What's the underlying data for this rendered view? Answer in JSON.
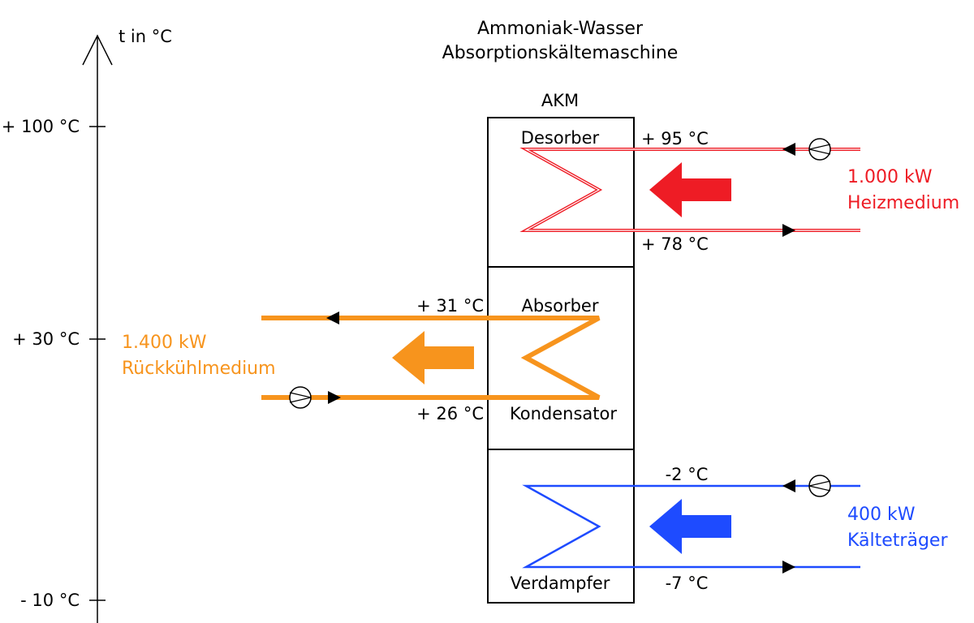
{
  "title": [
    "Ammoniak-Wasser",
    "Absorptionskältemaschine"
  ],
  "axis": {
    "label": "t in °C",
    "ticks": [
      "+ 100 °C",
      "+ 30 °C",
      "- 10 °C"
    ]
  },
  "machine": {
    "label": "AKM",
    "sections": {
      "desorber": "Desorber",
      "absorber": "Absorber",
      "condenser": "Kondensator",
      "evaporator": "Verdampfer"
    }
  },
  "circuits": {
    "heating": {
      "power": "1.000 kW",
      "medium": "Heizmedium",
      "t_in": "+ 95 °C",
      "t_out": "+ 78 °C",
      "color": "#ee1c25"
    },
    "cooling_return": {
      "power": "1.400 kW",
      "medium": "Rückkühlmedium",
      "t_out": "+ 31 °C",
      "t_in": "+ 26 °C",
      "color": "#f7941d"
    },
    "chilled": {
      "power": "400 kW",
      "medium": "Kälteträger",
      "t_in": "-2 °C",
      "t_out": "-7 °C",
      "color": "#1e4bff"
    }
  },
  "icons": [
    "pump-icon",
    "flow-arrow-icon",
    "heat-flow-arrow-icon"
  ]
}
